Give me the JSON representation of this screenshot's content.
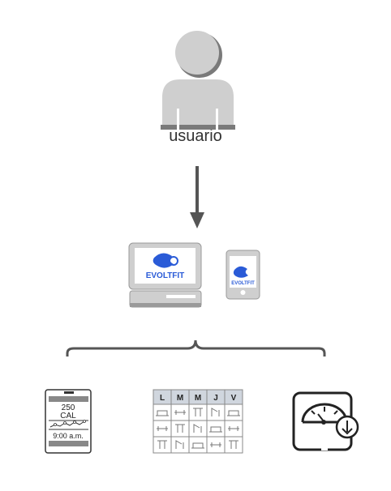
{
  "user": {
    "label": "usuario",
    "icon": "user-silhouette-icon"
  },
  "logo": {
    "text": "EVOLTFIT"
  },
  "tracker": {
    "calories_value": "250",
    "calories_unit": "CAL",
    "time": "9:00 a.m."
  },
  "schedule": {
    "days": [
      "L",
      "M",
      "M",
      "J",
      "V"
    ]
  },
  "colors": {
    "gray": "#cfcfcf",
    "dark": "#555555",
    "logo": "#2a5bd7"
  }
}
